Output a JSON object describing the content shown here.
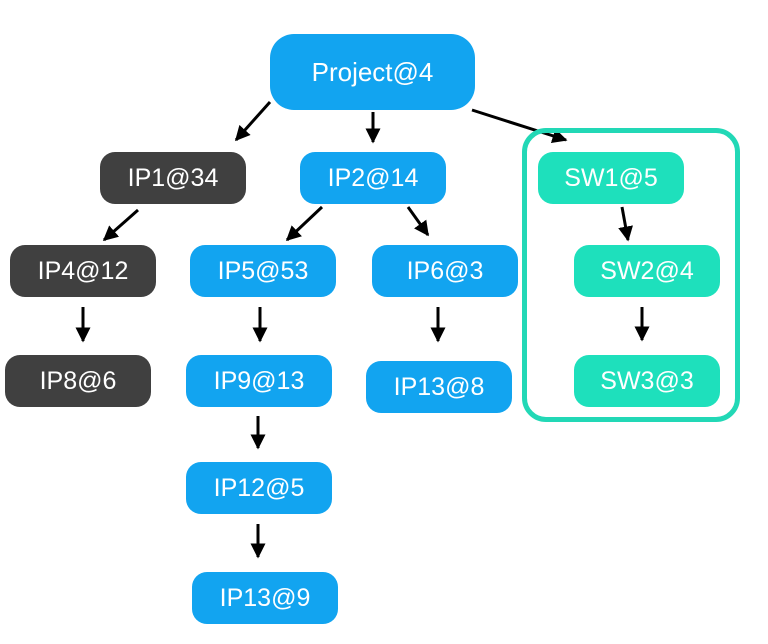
{
  "colors": {
    "blue_node": "#12a4f0",
    "dark_node": "#404040",
    "teal_node": "#1ee0bc",
    "group_border": "#22d8b6",
    "arrow": "#000000"
  },
  "nodes": {
    "project": "Project@4",
    "ip1": "IP1@34",
    "ip2": "IP2@14",
    "sw1": "SW1@5",
    "ip4": "IP4@12",
    "ip5": "IP5@53",
    "ip6": "IP6@3",
    "sw2": "SW2@4",
    "ip8": "IP8@6",
    "ip9": "IP9@13",
    "ip13_right": "IP13@8",
    "sw3": "SW3@3",
    "ip12": "IP12@5",
    "ip13_bottom": "IP13@9"
  },
  "edges": [
    [
      "project",
      "ip1"
    ],
    [
      "project",
      "ip2"
    ],
    [
      "project",
      "sw1"
    ],
    [
      "ip1",
      "ip4"
    ],
    [
      "ip4",
      "ip8"
    ],
    [
      "ip2",
      "ip5"
    ],
    [
      "ip2",
      "ip6"
    ],
    [
      "ip5",
      "ip9"
    ],
    [
      "ip9",
      "ip12"
    ],
    [
      "ip12",
      "ip13_bottom"
    ],
    [
      "ip6",
      "ip13_right"
    ],
    [
      "sw1",
      "sw2"
    ],
    [
      "sw2",
      "sw3"
    ]
  ]
}
